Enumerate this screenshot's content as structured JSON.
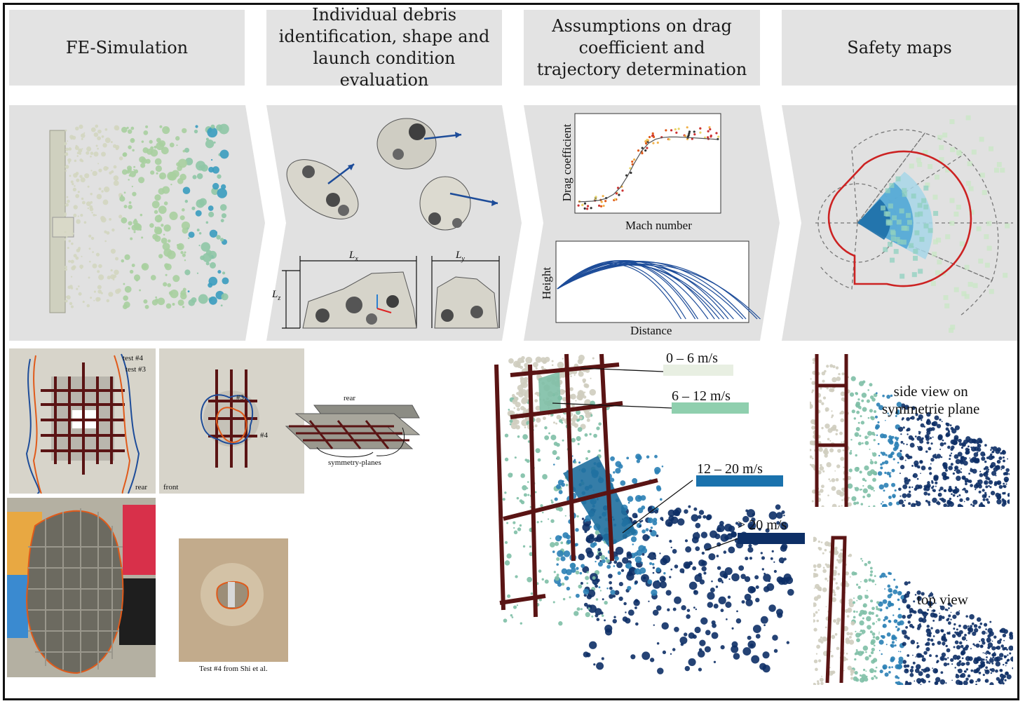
{
  "stages": [
    {
      "title": "FE-Simulation"
    },
    {
      "title": "Individual debris\nidentification, shape and\nlaunch condition evaluation"
    },
    {
      "title": "Assumptions on drag\ncoefficient and\ntrajectory determination"
    },
    {
      "title": "Safety maps"
    }
  ],
  "debris_dims": {
    "lx": "L",
    "lx_sub": "x",
    "ly": "L",
    "ly_sub": "y",
    "lz": "L",
    "lz_sub": "z"
  },
  "drag_plot": {
    "xlabel": "Mach number",
    "ylabel": "Drag coefficient"
  },
  "trajectory_plot": {
    "xlabel": "Distance",
    "ylabel": "Height"
  },
  "validation": {
    "rear_panel": {
      "label": "rear",
      "test4": "test #4",
      "test3": "test #3"
    },
    "front_panel": {
      "label": "front",
      "test3": "#3",
      "test4": "#4"
    },
    "slab": {
      "rear": "rear",
      "planes": "symmetry-planes"
    },
    "photo_caption": "Test #4 from Shi et al."
  },
  "velocity_legend": [
    {
      "label": "0 – 6 m/s",
      "color": "#e8efe2"
    },
    {
      "label": "6 – 12 m/s",
      "color": "#8fcfae"
    },
    {
      "label": "12 – 20 m/s",
      "color": "#1a72ad"
    },
    {
      "label": "> 20 m/s",
      "color": "#0d2f66"
    }
  ],
  "views": {
    "side": "side view on\nsymmetrie plane",
    "top": "top view"
  },
  "colors": {
    "rebar": "#5a1414",
    "safety_line": "#cc2222",
    "header_bg": "#e3e3e3"
  }
}
